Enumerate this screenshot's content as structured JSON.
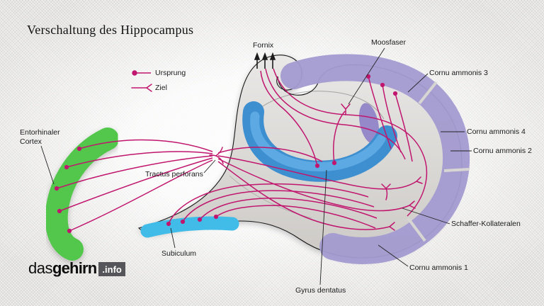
{
  "title": "Verschaltung des Hippocampus",
  "legend": {
    "ursprung_label": "Ursprung",
    "ziel_label": "Ziel"
  },
  "labels": {
    "fornix": "Fornix",
    "moosfaser": "Moosfaser",
    "cornu_ammonis_3": "Cornu ammonis 3",
    "cornu_ammonis_4": "Cornu ammonis 4",
    "cornu_ammonis_2": "Cornu ammonis 2",
    "entorhinaler_cortex": "Entorhinaler Cortex",
    "tractus_perforans": "Tractus perforans",
    "schaffer_kollateralen": "Schaffer-Kollateralen",
    "subiculum": "Subiculum",
    "cornu_ammonis_1": "Cornu ammonis 1",
    "gyrus_dentatus": "Gyrus dentatus"
  },
  "logo": {
    "part1": "das",
    "part2": "gehirn",
    "part3": ".info"
  },
  "colors": {
    "fiber_magenta": "#c0166e",
    "entorhinal_green": "#53c74b",
    "gyrus_dentatus_blue": "#3e8fd0",
    "subiculum_cyan": "#41bce8",
    "cornu_ammonis_purple": "#a39ad0",
    "body_gray": "#d8d6d3"
  }
}
